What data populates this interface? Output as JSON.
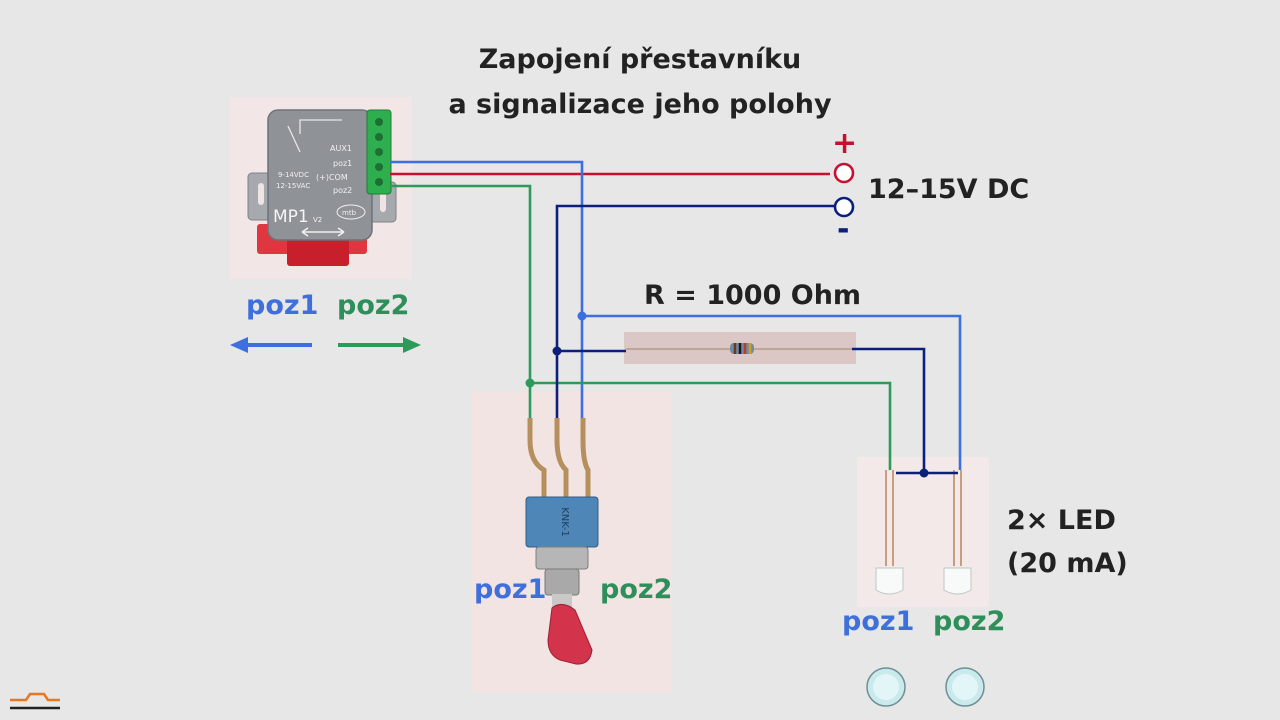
{
  "title": {
    "line1": "Zapojení přestavníku",
    "line2": "a signalizace jeho polohy"
  },
  "module": {
    "model": "MP1",
    "version": "V2",
    "label_aux": "AUX1",
    "label_poz1": "poz1",
    "label_com": "(+)COM",
    "label_poz2": "poz2",
    "voltage_dc": "9-14VDC",
    "voltage_ac": "12-15VAC",
    "brand": "mtb"
  },
  "supply": {
    "plus": "+",
    "minus": "-",
    "label": "12–15V DC"
  },
  "direction": {
    "poz1": "poz1",
    "poz2": "poz2"
  },
  "resistor": {
    "label": "R = 1000 Ohm"
  },
  "switch": {
    "poz1": "poz1",
    "poz2": "poz2",
    "marking": "KNK-1"
  },
  "led": {
    "label_line1": "2× LED",
    "label_line2": "(20 mA)",
    "poz1": "poz1",
    "poz2": "poz2"
  },
  "colors": {
    "background": "#e7e7e7",
    "wire_red": "#c8102e",
    "wire_blue": "#3d6fe0",
    "wire_navy": "#0c1f7a",
    "wire_green": "#2e9a5a",
    "label_blue": "#3f6fdc",
    "label_green": "#2e8f5a",
    "module_grey": "#8f9398",
    "terminal_green": "#2fae4f",
    "accent_orange": "#e87722"
  },
  "icons": [
    "arrow-left-icon",
    "arrow-right-icon",
    "logo-icon",
    "led-indicator-icon"
  ]
}
